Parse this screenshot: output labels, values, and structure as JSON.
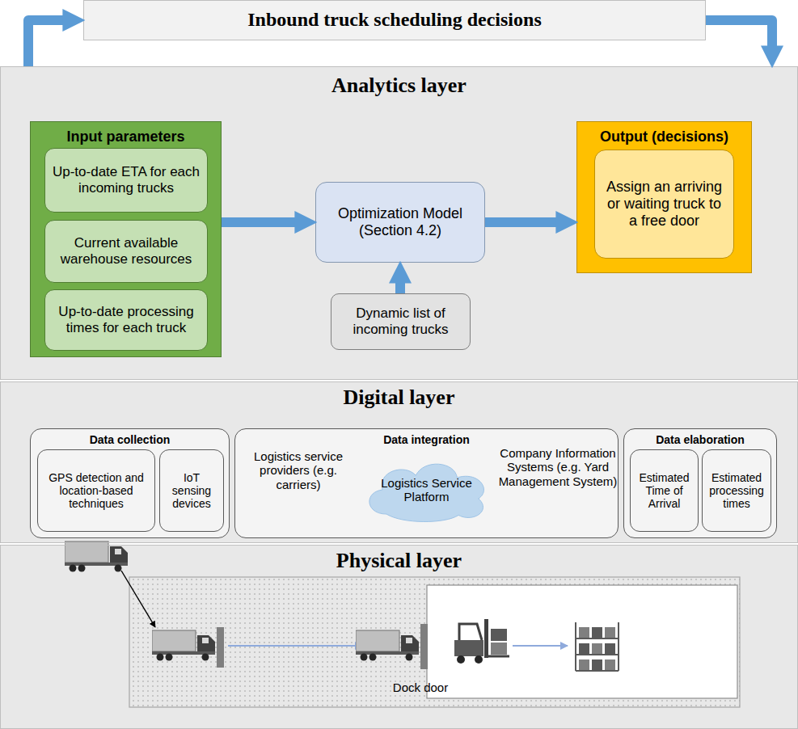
{
  "diagram": {
    "nodes": [
      {
        "text": [
          "Inbound truck scheduling decisions"
        ]
      },
      {
        "text": [
          "Analytics layer"
        ]
      },
      {
        "text": [
          "Input parameters"
        ],
        "in": 1
      },
      {
        "text": [
          "Up-to-date ETA for each incoming trucks"
        ],
        "in": 2
      },
      {
        "text": [
          "Current available warehouse resources"
        ],
        "in": 2
      },
      {
        "text": [
          "Up-to-date processing times for each truck"
        ],
        "in": 2
      },
      {
        "text": [
          "Optimization Model (Section 4.2)"
        ],
        "in": 1
      },
      {
        "text": [
          "Dynamic list of incoming trucks"
        ],
        "in": 1
      },
      {
        "text": [
          "Output (decisions)"
        ],
        "in": 1
      },
      {
        "text": [
          "Assign an arriving or waiting truck to a free door"
        ],
        "in": 8
      },
      {
        "text": [
          "Digital layer"
        ]
      },
      {
        "text": [
          "Data collection"
        ],
        "in": 10
      },
      {
        "text": [
          "GPS detection and location-based techniques"
        ],
        "in": 11
      },
      {
        "text": [
          "IoT sensing devices"
        ],
        "in": 11
      },
      {
        "text": [
          "Data integration"
        ],
        "in": 10
      },
      {
        "text": [
          "Logistics Service Platform"
        ],
        "in": 14
      },
      {
        "text": [
          "Data elaboration"
        ],
        "in": 10
      },
      {
        "text": [
          "Estimated Time of Arrival"
        ],
        "in": 16
      },
      {
        "text": [
          "Estimated processing times"
        ],
        "in": 16
      },
      {
        "text": [
          "Physical layer"
        ]
      }
    ],
    "edges": [
      {
        "from": 1,
        "to": 0,
        "arrow": "to"
      },
      {
        "from": 0,
        "to": 1,
        "arrow": "to"
      },
      {
        "from": 2,
        "to": 6,
        "arrow": "to"
      },
      {
        "from": 6,
        "to": 8,
        "arrow": "to"
      },
      {
        "from": 7,
        "to": 6,
        "arrow": "to"
      }
    ],
    "labels": [
      "Logistics service providers (e.g. carriers)",
      "Company Information Systems (e.g. Yard Management System)",
      "Dock door"
    ]
  }
}
